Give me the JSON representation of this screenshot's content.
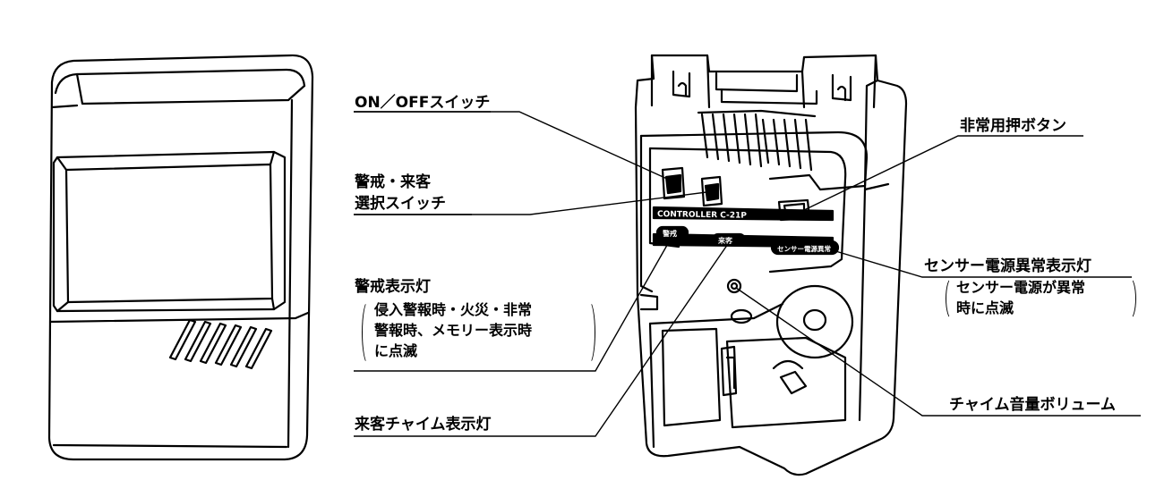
{
  "labels": {
    "onoff_switch": "ON／OFFスイッチ",
    "select_switch_line1": "警戒・来客",
    "select_switch_line2": "選択スイッチ",
    "alarm_lamp": "警戒表示灯",
    "alarm_lamp_note_line1": "侵入警報時・火災・非常",
    "alarm_lamp_note_line2": "警報時、メモリー表示時",
    "alarm_lamp_note_line3": "に点滅",
    "chime_lamp": "来客チャイム表示灯",
    "emergency_button": "非常用押ボタン",
    "sensor_power_lamp": "センサー電源異常表示灯",
    "sensor_power_note_line1": "センサー電源が異常",
    "sensor_power_note_line2": "時に点滅",
    "chime_volume": "チャイム音量ボリューム"
  },
  "panel": {
    "model_text": "CONTROLLER C-21P",
    "lamp_label_alarm": "警戒",
    "lamp_label_chime": "来客",
    "lamp_label_sensor": "センサー電源異常"
  }
}
